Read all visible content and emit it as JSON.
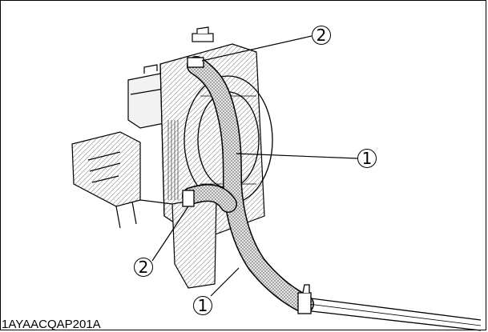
{
  "figure": {
    "id_code": "1AYAACQAP201A",
    "callouts": [
      {
        "key": "hose_1_upper",
        "label": "1"
      },
      {
        "key": "hose_1_lower",
        "label": "1"
      },
      {
        "key": "clamp_2_upper",
        "label": "2"
      },
      {
        "key": "clamp_2_lower",
        "label": "2"
      }
    ]
  },
  "colors": {
    "line": "#000000",
    "fill_gray": "#d9d9d9",
    "hose_fill": "#bfbfbf",
    "background": "#ffffff"
  },
  "icons": {
    "callout": "circled-number"
  }
}
